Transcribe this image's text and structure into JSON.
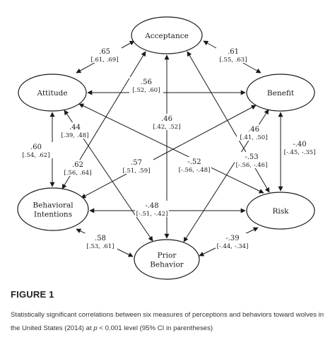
{
  "diagram": {
    "nodes": [
      {
        "id": "acceptance",
        "lines": [
          "Acceptance"
        ]
      },
      {
        "id": "attitude",
        "lines": [
          "Attitude"
        ]
      },
      {
        "id": "benefit",
        "lines": [
          "Benefit"
        ]
      },
      {
        "id": "behavioral",
        "lines": [
          "Behavioral",
          "Intentions"
        ]
      },
      {
        "id": "risk",
        "lines": [
          "Risk"
        ]
      },
      {
        "id": "prior",
        "lines": [
          "Prior",
          "Behavior"
        ]
      }
    ],
    "edges": [
      {
        "id": "acceptance-attitude",
        "from": "acceptance",
        "to": "attitude",
        "coef": ".65",
        "ci": "[.61, .69]"
      },
      {
        "id": "acceptance-benefit",
        "from": "acceptance",
        "to": "benefit",
        "coef": ".61",
        "ci": "[.55, .63]"
      },
      {
        "id": "attitude-benefit",
        "from": "attitude",
        "to": "benefit",
        "coef": ".56",
        "ci": "[.52, .60]"
      },
      {
        "id": "acceptance-prior",
        "from": "acceptance",
        "to": "prior",
        "coef": ".46",
        "ci": "[.42, .52]"
      },
      {
        "id": "attitude-prior",
        "from": "attitude",
        "to": "prior",
        "coef": ".44",
        "ci": "[.39, .48]"
      },
      {
        "id": "acceptance-behavioral",
        "from": "acceptance",
        "to": "behavioral",
        "coef": ".62",
        "ci": "[.56, .64]"
      },
      {
        "id": "acceptance-risk",
        "from": "acceptance",
        "to": "risk",
        "coef": "-.53",
        "ci": "[-.56, -.46]"
      },
      {
        "id": "attitude-risk",
        "from": "attitude",
        "to": "risk",
        "coef": "-.52",
        "ci": "[-.56, -.48]"
      },
      {
        "id": "benefit-behavioral",
        "from": "benefit",
        "to": "behavioral",
        "coef": ".57",
        "ci": "[.51, .59]"
      },
      {
        "id": "benefit-prior",
        "from": "benefit",
        "to": "prior",
        "coef": ".46",
        "ci": "[.41, .50]"
      },
      {
        "id": "attitude-behavioral",
        "from": "attitude",
        "to": "behavioral",
        "coef": ".60",
        "ci": "[.54, .62]"
      },
      {
        "id": "benefit-risk",
        "from": "benefit",
        "to": "risk",
        "coef": "-.40",
        "ci": "[-.45, -.35]"
      },
      {
        "id": "behavioral-risk",
        "from": "behavioral",
        "to": "risk",
        "coef": "-.48",
        "ci": "[-.51, -.42]"
      },
      {
        "id": "behavioral-prior",
        "from": "behavioral",
        "to": "prior",
        "coef": ".58",
        "ci": "[.53, .61]"
      },
      {
        "id": "risk-prior",
        "from": "risk",
        "to": "prior",
        "coef": "-.39",
        "ci": "[-.44, -.34]"
      }
    ]
  },
  "figure": {
    "heading": "FIGURE 1",
    "caption_before": "Statistically significant correlations between six measures of perceptions and behaviors toward wolves in the United States (2014) at ",
    "caption_italic": "p",
    "caption_after": " < 0.001 level (95% CI in parentheses)"
  }
}
